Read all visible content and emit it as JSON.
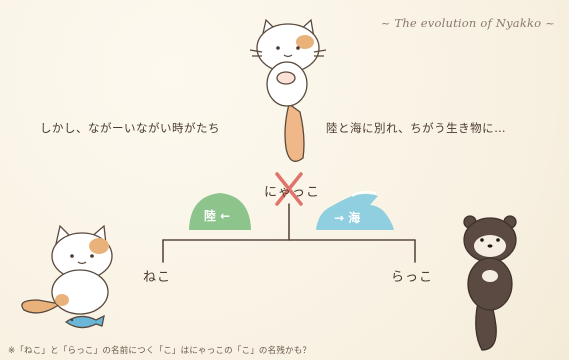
{
  "credit": "~ The evolution of Nyakko ~",
  "captions": {
    "left": "しかし、ながーいながい時がたち",
    "right": "陸と海に別れ、ちがう生き物に…"
  },
  "nodes": {
    "root": "にゃっこ",
    "land": "ねこ",
    "sea": "らっこ"
  },
  "tags": {
    "land": "陸 ←",
    "sea": "→ 海"
  },
  "footnote": "※「ねこ」と「らっこ」の名前につく「こ」はにゃっこの「こ」の名残かも？",
  "colors": {
    "land_tag": "#8cc48c",
    "sea_tag": "#8fcfe0",
    "cross": "#e0736b",
    "cat_patch": "#eab27b",
    "otter_fur": "#5a4a42",
    "fish": "#6ab6d8",
    "lines": "#5a4a3e"
  }
}
